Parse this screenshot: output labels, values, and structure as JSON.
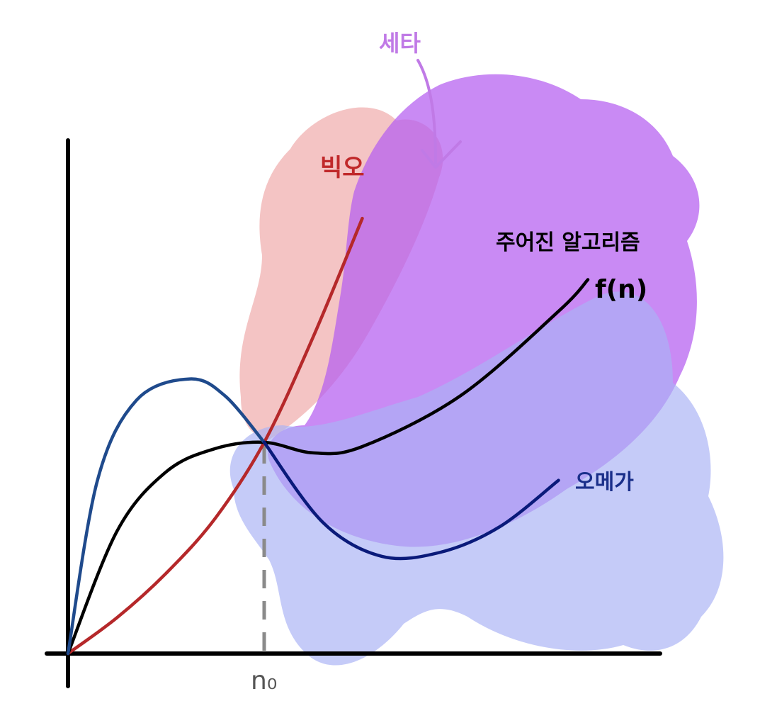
{
  "chart_data": {
    "type": "line",
    "title": "",
    "xlabel": "",
    "ylabel": "",
    "x_ticks": [
      {
        "label": "n₀",
        "x": 1
      }
    ],
    "xlim": [
      0,
      3.05
    ],
    "ylim": [
      0,
      1.45
    ],
    "grid": false,
    "series": [
      {
        "key": "big_o",
        "name": "빅오",
        "color": "#b5282a",
        "x": [
          0,
          0.25,
          0.5,
          0.75,
          1.0,
          1.25,
          1.5
        ],
        "y": [
          0,
          0.17,
          0.38,
          0.64,
          1.0,
          1.5,
          2.06
        ]
      },
      {
        "key": "f_n",
        "name": "f(n)",
        "color": "#000000",
        "x": [
          0,
          0.25,
          0.5,
          0.75,
          1.0,
          1.25,
          1.5,
          2.0,
          2.5,
          2.65
        ],
        "y": [
          0,
          0.58,
          0.86,
          0.97,
          1.0,
          0.95,
          0.98,
          1.22,
          1.62,
          1.77
        ]
      },
      {
        "key": "omega",
        "name": "오메가",
        "color": "#1f4a8c",
        "x": [
          0,
          0.15,
          0.35,
          0.62,
          0.8,
          1.0,
          1.3,
          1.6,
          1.9,
          2.2,
          2.5
        ],
        "y": [
          0,
          0.82,
          1.2,
          1.3,
          1.22,
          1.0,
          0.62,
          0.46,
          0.48,
          0.6,
          0.82
        ]
      }
    ],
    "regions": [
      {
        "key": "big_o_region",
        "label": "빅오",
        "color": "#f1b3b3"
      },
      {
        "key": "theta_region",
        "label": "세타",
        "color": "#b45df0"
      },
      {
        "key": "omega_region",
        "label": "오메가",
        "color": "#aab3f5"
      }
    ],
    "annotations": {
      "big_o_label": "빅오",
      "theta_label": "세타",
      "algorithm_label": "주어진 알고리즘",
      "function_label": "f(n)",
      "omega_label": "오메가",
      "n0_label": "n₀"
    },
    "colors": {
      "axis": "#000000",
      "n0_dashed": "#8a8a8a",
      "big_o_text": "#c0282a",
      "theta_text": "#c07ae6",
      "omega_text": "#1a2f8a",
      "algo_text": "#000000",
      "omega_curve_dark": "#0a1a7a"
    }
  }
}
